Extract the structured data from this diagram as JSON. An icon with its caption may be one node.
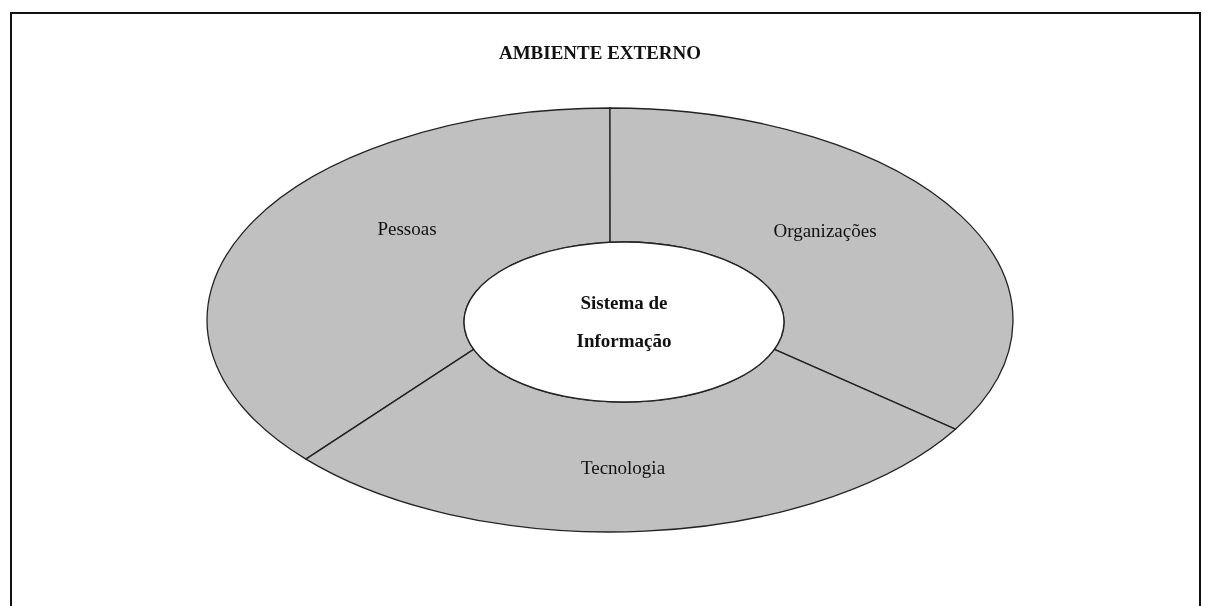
{
  "diagram": {
    "nodes": [
      {
        "text": [
          "AMBIENTE EXTERNO"
        ]
      },
      {
        "text": [
          "Pessoas"
        ],
        "in": 0
      },
      {
        "text": [
          "Organizações"
        ],
        "in": 0
      },
      {
        "text": [
          "Tecnologia"
        ],
        "in": 0
      },
      {
        "text": [
          "Sistema de Informação"
        ],
        "in": 0
      }
    ],
    "edges": []
  }
}
